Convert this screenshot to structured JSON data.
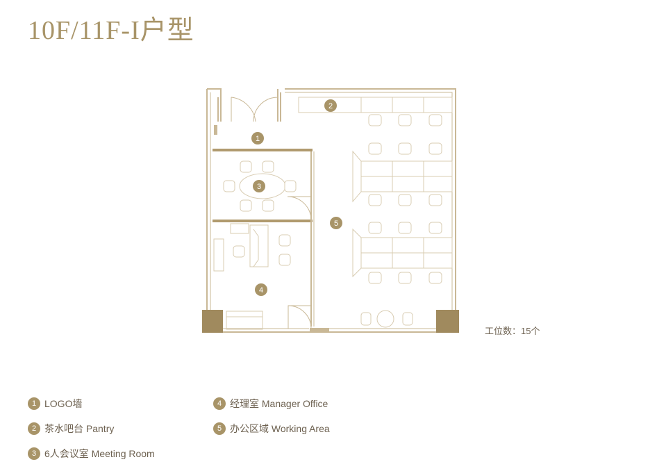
{
  "title": "10F/11F-I户型",
  "workstations_label": "工位数：15个",
  "markers": [
    "1",
    "2",
    "3",
    "4",
    "5"
  ],
  "legend": [
    {
      "num": "1",
      "text": "LOGO墙"
    },
    {
      "num": "2",
      "text": "茶水吧台 Pantry"
    },
    {
      "num": "3",
      "text": "6人会议室 Meeting Room"
    },
    {
      "num": "4",
      "text": "经理室 Manager Office"
    },
    {
      "num": "5",
      "text": "办公区域 Working Area"
    }
  ],
  "colors": {
    "accent": "#a89468",
    "wall": "#c9b896",
    "line": "#d8ccb2",
    "dark": "#a08a5e"
  }
}
